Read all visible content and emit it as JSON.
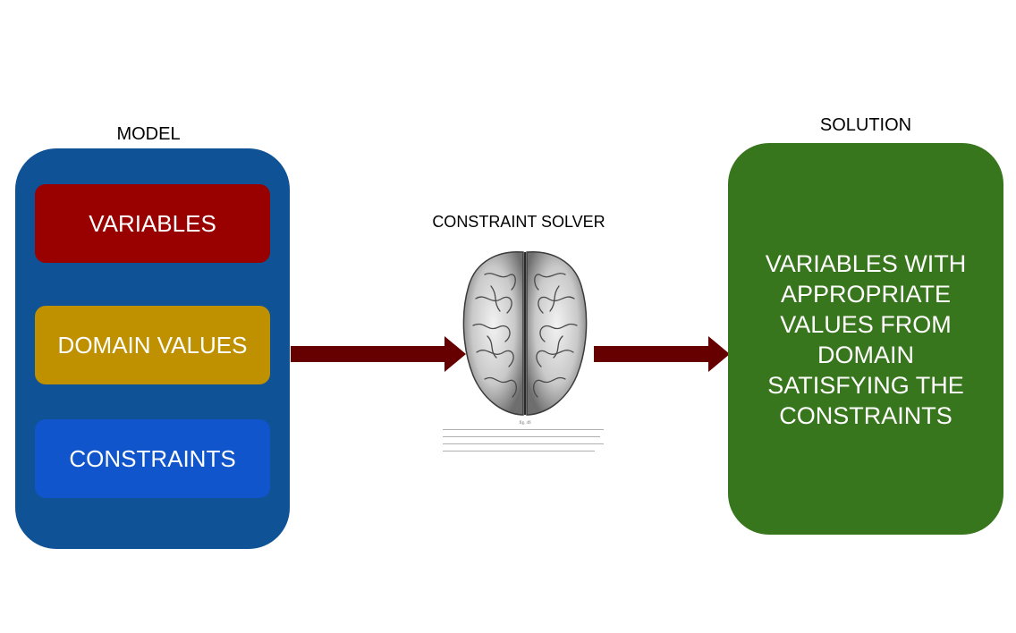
{
  "labels": {
    "model": "MODEL",
    "solver": "CONSTRAINT SOLVER",
    "solution": "SOLUTION"
  },
  "model": {
    "items": [
      {
        "label": "VARIABLES",
        "color": "#990000"
      },
      {
        "label": "DOMAIN VALUES",
        "color": "#bf9000"
      },
      {
        "label": "CONSTRAINTS",
        "color": "#1155cc"
      }
    ],
    "panel_color": "#0f5296"
  },
  "solution": {
    "lines": [
      "VARIABLES WITH",
      "APPROPRIATE",
      "VALUES FROM",
      "DOMAIN",
      "SATISFYING THE",
      "CONSTRAINTS"
    ],
    "panel_color": "#38761d"
  },
  "colors": {
    "arrow": "#660000"
  },
  "icons": {
    "solver_image": "brain-illustration"
  }
}
